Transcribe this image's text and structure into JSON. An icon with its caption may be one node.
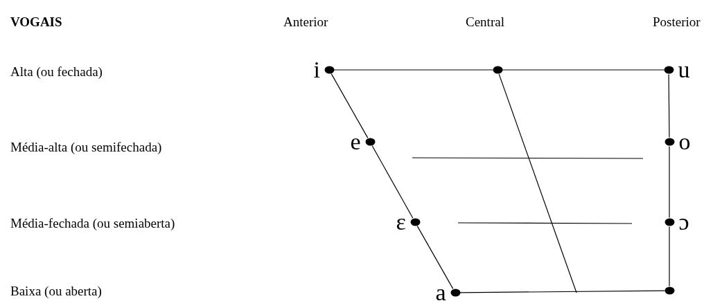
{
  "diagram": {
    "nodes": [
      {
        "text": [
          "i"
        ]
      },
      {
        "text": [],
        "shape": "circle"
      },
      {
        "text": [
          "u"
        ]
      },
      {
        "text": [
          "e"
        ]
      },
      {
        "text": [
          "o"
        ]
      },
      {
        "text": [
          "ɛ"
        ]
      },
      {
        "text": [
          "ɔ"
        ]
      },
      {
        "text": [
          "a"
        ]
      },
      {
        "text": [],
        "shape": "circle"
      }
    ],
    "edges": [
      {
        "from": 0,
        "to": 1,
        "arrow": "none"
      },
      {
        "from": 1,
        "to": 2,
        "arrow": "none"
      },
      {
        "from": 0,
        "to": 3,
        "arrow": "none"
      },
      {
        "from": 3,
        "to": 5,
        "arrow": "none"
      },
      {
        "from": 5,
        "to": 7,
        "arrow": "none"
      },
      {
        "from": 2,
        "to": 4,
        "arrow": "none"
      },
      {
        "from": 4,
        "to": 6,
        "arrow": "none"
      },
      {
        "from": 6,
        "to": 8,
        "arrow": "none"
      },
      {
        "from": 7,
        "to": 8,
        "arrow": "none"
      },
      {
        "from": 1,
        "to": null,
        "arrow": "none"
      }
    ],
    "labels": [
      "VOGAIS",
      "Anterior",
      "Central",
      "Posterior",
      "Alta (ou fechada)",
      "Média-alta (ou semifechada)",
      "Média-fechada (ou semiaberta)",
      "Baixa (ou aberta)"
    ]
  }
}
